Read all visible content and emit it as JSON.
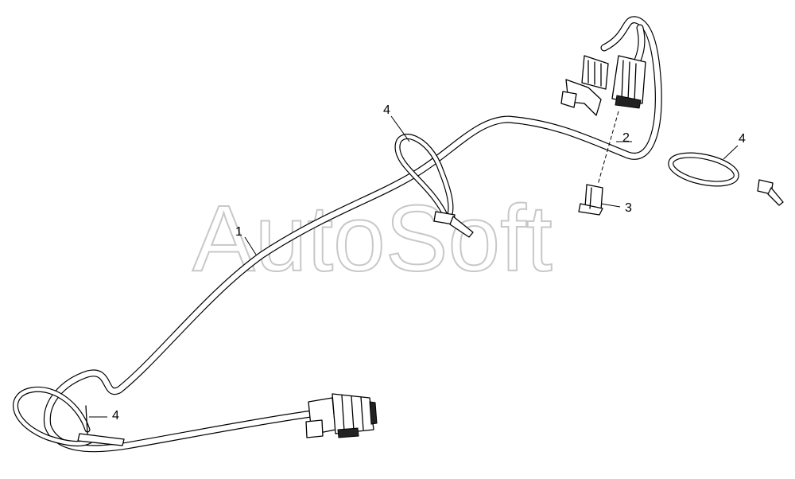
{
  "watermark": {
    "text": "AutoSoft"
  },
  "callouts": [
    {
      "id": "1",
      "label": "1"
    },
    {
      "id": "2",
      "label": "2"
    },
    {
      "id": "3",
      "label": "3"
    },
    {
      "id": "4a",
      "label": "4"
    },
    {
      "id": "4b",
      "label": "4"
    },
    {
      "id": "4c",
      "label": "4"
    }
  ]
}
